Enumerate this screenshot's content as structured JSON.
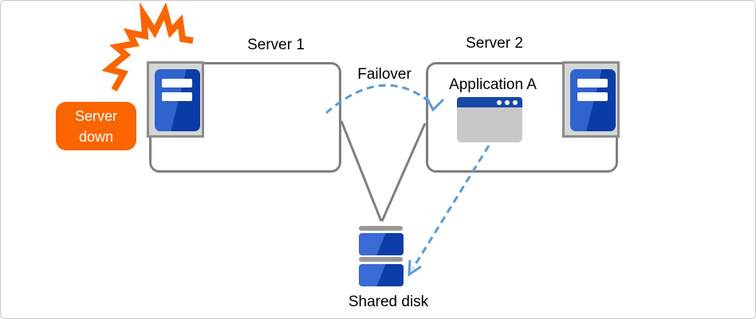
{
  "diagram": {
    "type": "failover-cluster-diagram",
    "nodes": {
      "server1": {
        "label": "Server 1"
      },
      "server2": {
        "label": "Server 2"
      },
      "application": {
        "label": "Application A"
      },
      "shared_disk": {
        "label": "Shared disk"
      },
      "server_down_badge": {
        "label": "Server down"
      }
    },
    "arrows": {
      "failover": {
        "label": "Failover",
        "style": "dashed-curve",
        "from": "server1",
        "to": "server2",
        "color": "#5b9bd5"
      },
      "app_to_disk": {
        "style": "dashed-line",
        "from": "application",
        "to": "shared_disk",
        "color": "#5b9bd5"
      },
      "server1_to_disk": {
        "style": "solid-line",
        "from": "server1",
        "to": "shared_disk",
        "color": "#7f7f7f"
      },
      "server2_to_disk": {
        "style": "solid-line",
        "from": "server2",
        "to": "shared_disk",
        "color": "#7f7f7f"
      }
    },
    "icons": {
      "server_icon": "rack-server with two white slots",
      "application_window_icon": "window with blue titlebar and three dots",
      "shared_disk_icon": "stacked disk segments",
      "explosion_icon": "orange crash burst"
    },
    "colors": {
      "accent_orange": "#fa6502",
      "box_border_gray": "#7f7f7f",
      "panel_gray": "#d6d6d6",
      "server_blue_light": "#2f63ce",
      "server_blue_dark": "#0a3ca8",
      "disk_blue_light": "#3a6ad4",
      "disk_blue_dark": "#0c3da8",
      "disk_bar_gray": "#999999",
      "window_title_blue": "#1549a5",
      "window_body_gray": "#c8c8c8",
      "dashed_arrow_blue": "#5b9bd5",
      "text_black": "#000000",
      "frame_border": "#c9c9c9"
    }
  }
}
